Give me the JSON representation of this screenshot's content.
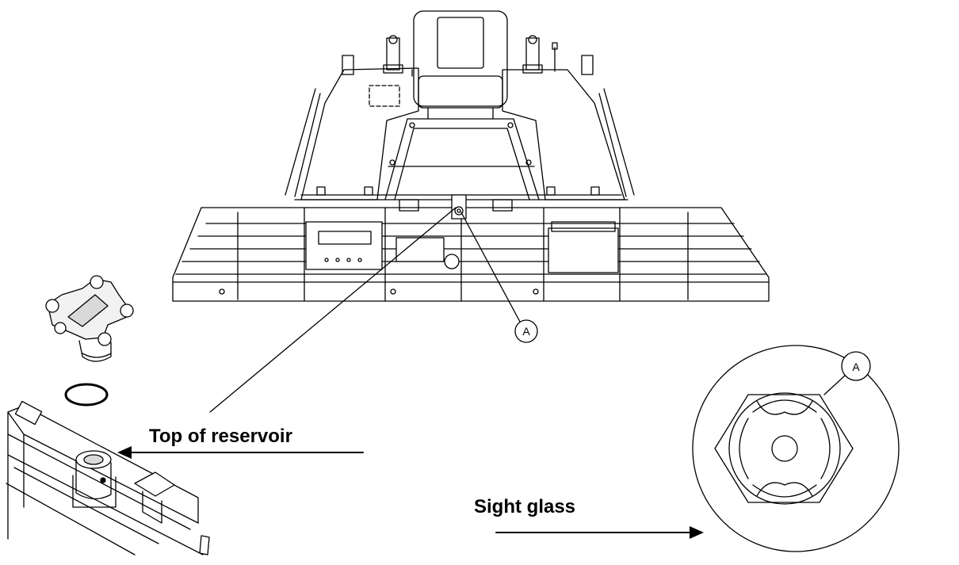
{
  "labels": {
    "top_of_reservoir": "Top of reservoir",
    "sight_glass": "Sight glass",
    "callout_main": "A",
    "callout_detail": "A"
  },
  "colors": {
    "line": "#000000",
    "fill_light": "#f2f2f2",
    "background": "#ffffff"
  }
}
